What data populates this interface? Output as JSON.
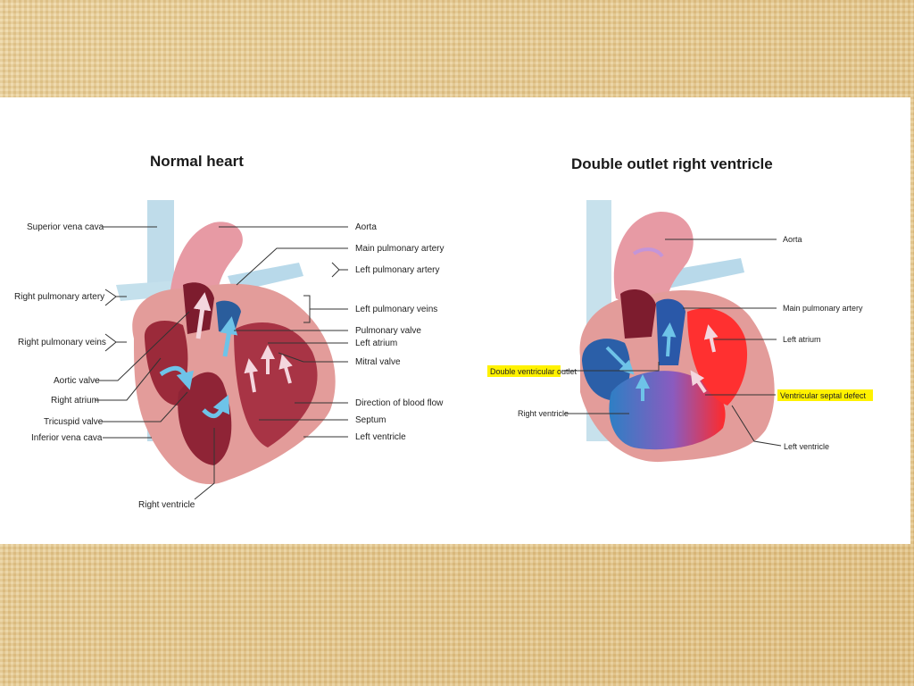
{
  "left_diagram": {
    "title": "Normal heart",
    "labels": {
      "superior_vena_cava": "Superior vena cava",
      "right_pulmonary_artery": "Right pulmonary artery",
      "right_pulmonary_veins": "Right pulmonary veins",
      "aortic_valve": "Aortic valve",
      "right_atrium": "Right atrium",
      "tricuspid_valve": "Tricuspid valve",
      "inferior_vena_cava": "Inferior vena cava",
      "right_ventricle": "Right ventricle",
      "aorta": "Aorta",
      "main_pulmonary_artery": "Main pulmonary artery",
      "left_pulmonary_artery": "Left pulmonary artery",
      "left_pulmonary_veins": "Left pulmonary veins",
      "pulmonary_valve": "Pulmonary valve",
      "left_atrium": "Left atrium",
      "mitral_valve": "Mitral valve",
      "direction_of_blood_flow": "Direction of blood flow",
      "septum": "Septum",
      "left_ventricle": "Left ventricle"
    }
  },
  "right_diagram": {
    "title": "Double outlet right ventricle",
    "labels": {
      "aorta": "Aorta",
      "main_pulmonary_artery": "Main pulmonary artery",
      "left_atrium": "Left atrium",
      "double_ventricular_outlet": "Double ventricular outlet",
      "ventricular_septal_defect": "Ventricular septal defect",
      "right_ventricle": "Right ventricle",
      "left_ventricle": "Left ventricle"
    }
  },
  "colors": {
    "background": "#e8cf96",
    "panel": "#ffffff",
    "highlight": "#fff200",
    "deoxygenated": "#4a86c8",
    "oxygenated": "#c9485a",
    "heart_wall": "#e39c9a"
  }
}
